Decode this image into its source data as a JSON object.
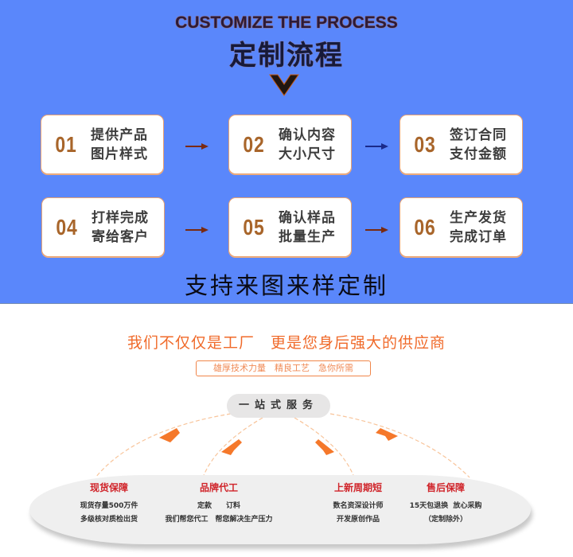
{
  "header": {
    "english_title": "CUSTOMIZE THE PROCESS",
    "chinese_title": "定制流程",
    "chevron_icon": "chevron-down-icon"
  },
  "steps": [
    {
      "number": "01",
      "line1": "提供产品",
      "line2": "图片样式"
    },
    {
      "number": "02",
      "line1": "确认内容",
      "line2": "大小尺寸"
    },
    {
      "number": "03",
      "line1": "签订合同",
      "line2": "支付金额"
    },
    {
      "number": "04",
      "line1": "打样完成",
      "line2": "寄给客户"
    },
    {
      "number": "05",
      "line1": "确认样品",
      "line2": "批量生产"
    },
    {
      "number": "06",
      "line1": "生产发货",
      "line2": "完成订单"
    }
  ],
  "arrows": [
    {
      "icon": "arrow-right-icon",
      "color": "#7a2a10"
    },
    {
      "icon": "arrow-right-icon",
      "color": "#1a2a8a"
    },
    {
      "icon": "arrow-right-icon",
      "color": "#7a2a10"
    },
    {
      "icon": "arrow-right-icon",
      "color": "#7a2a10"
    }
  ],
  "support_text": "支持来图来样定制",
  "slogan": "我们不仅仅是工厂　更是您身后强大的供应商",
  "tagline": "雄厚技术力量　精良工艺　急你所需",
  "one_stop": "一站式服务",
  "services": [
    {
      "title": "现货保障",
      "lines": [
        "现货存量500万件",
        "多级核对质检出货"
      ]
    },
    {
      "title": "品牌代工",
      "lines": [
        "定款　　订料",
        "我们帮您代工　帮您解决生产压力"
      ]
    },
    {
      "title": "上新周期短",
      "lines": [
        "数名资深设计师",
        "开发原创作品"
      ]
    },
    {
      "title": "售后保障",
      "lines": [
        "15天包退换  放心采购",
        "（定制除外）"
      ]
    }
  ],
  "colors": {
    "blue_background": "#5a87fb",
    "step_number": "#a8652a",
    "slogan_orange": "#f06a2a",
    "service_title_red": "#d0242a",
    "ray_arrow_orange": "#f5782a"
  }
}
